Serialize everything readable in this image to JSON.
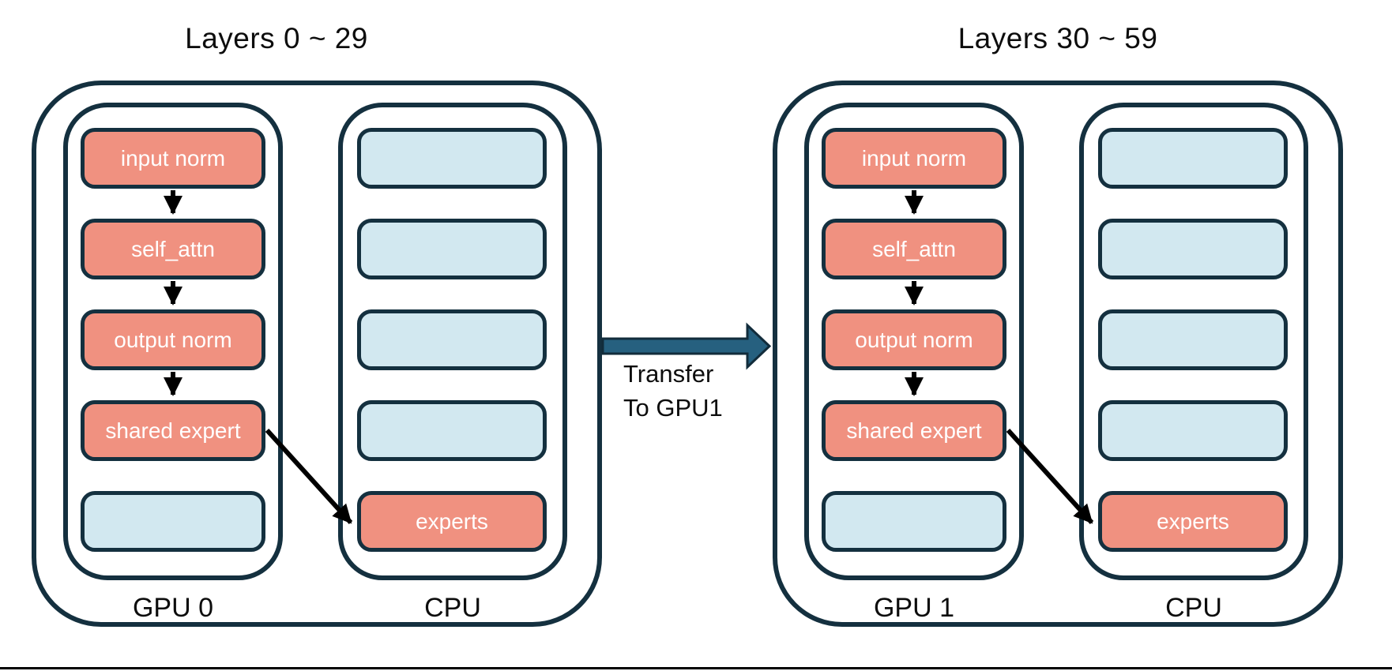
{
  "diagram": {
    "groups": [
      {
        "title": "Layers 0 ~ 29",
        "gpu_label": "GPU 0",
        "cpu_label": "CPU",
        "gpu_boxes": [
          "input norm",
          "self_attn",
          "output norm",
          "shared expert",
          ""
        ],
        "cpu_boxes": [
          "",
          "",
          "",
          "",
          "experts"
        ]
      },
      {
        "title": "Layers 30 ~ 59",
        "gpu_label": "GPU 1",
        "cpu_label": "CPU",
        "gpu_boxes": [
          "input norm",
          "self_attn",
          "output norm",
          "shared expert",
          ""
        ],
        "cpu_boxes": [
          "",
          "",
          "",
          "",
          "experts"
        ]
      }
    ],
    "transfer": {
      "line1": "Transfer",
      "line2": "To GPU1"
    },
    "colors": {
      "box_active": "#f09180",
      "box_inactive": "#d2e8f0",
      "outline": "#14303f",
      "transfer_arrow_fill": "#26607f",
      "transfer_arrow_stroke": "#122c3b",
      "flow_arrow": "#000000",
      "text_on_box": "#ffffff",
      "text": "#0d0d0d"
    }
  }
}
